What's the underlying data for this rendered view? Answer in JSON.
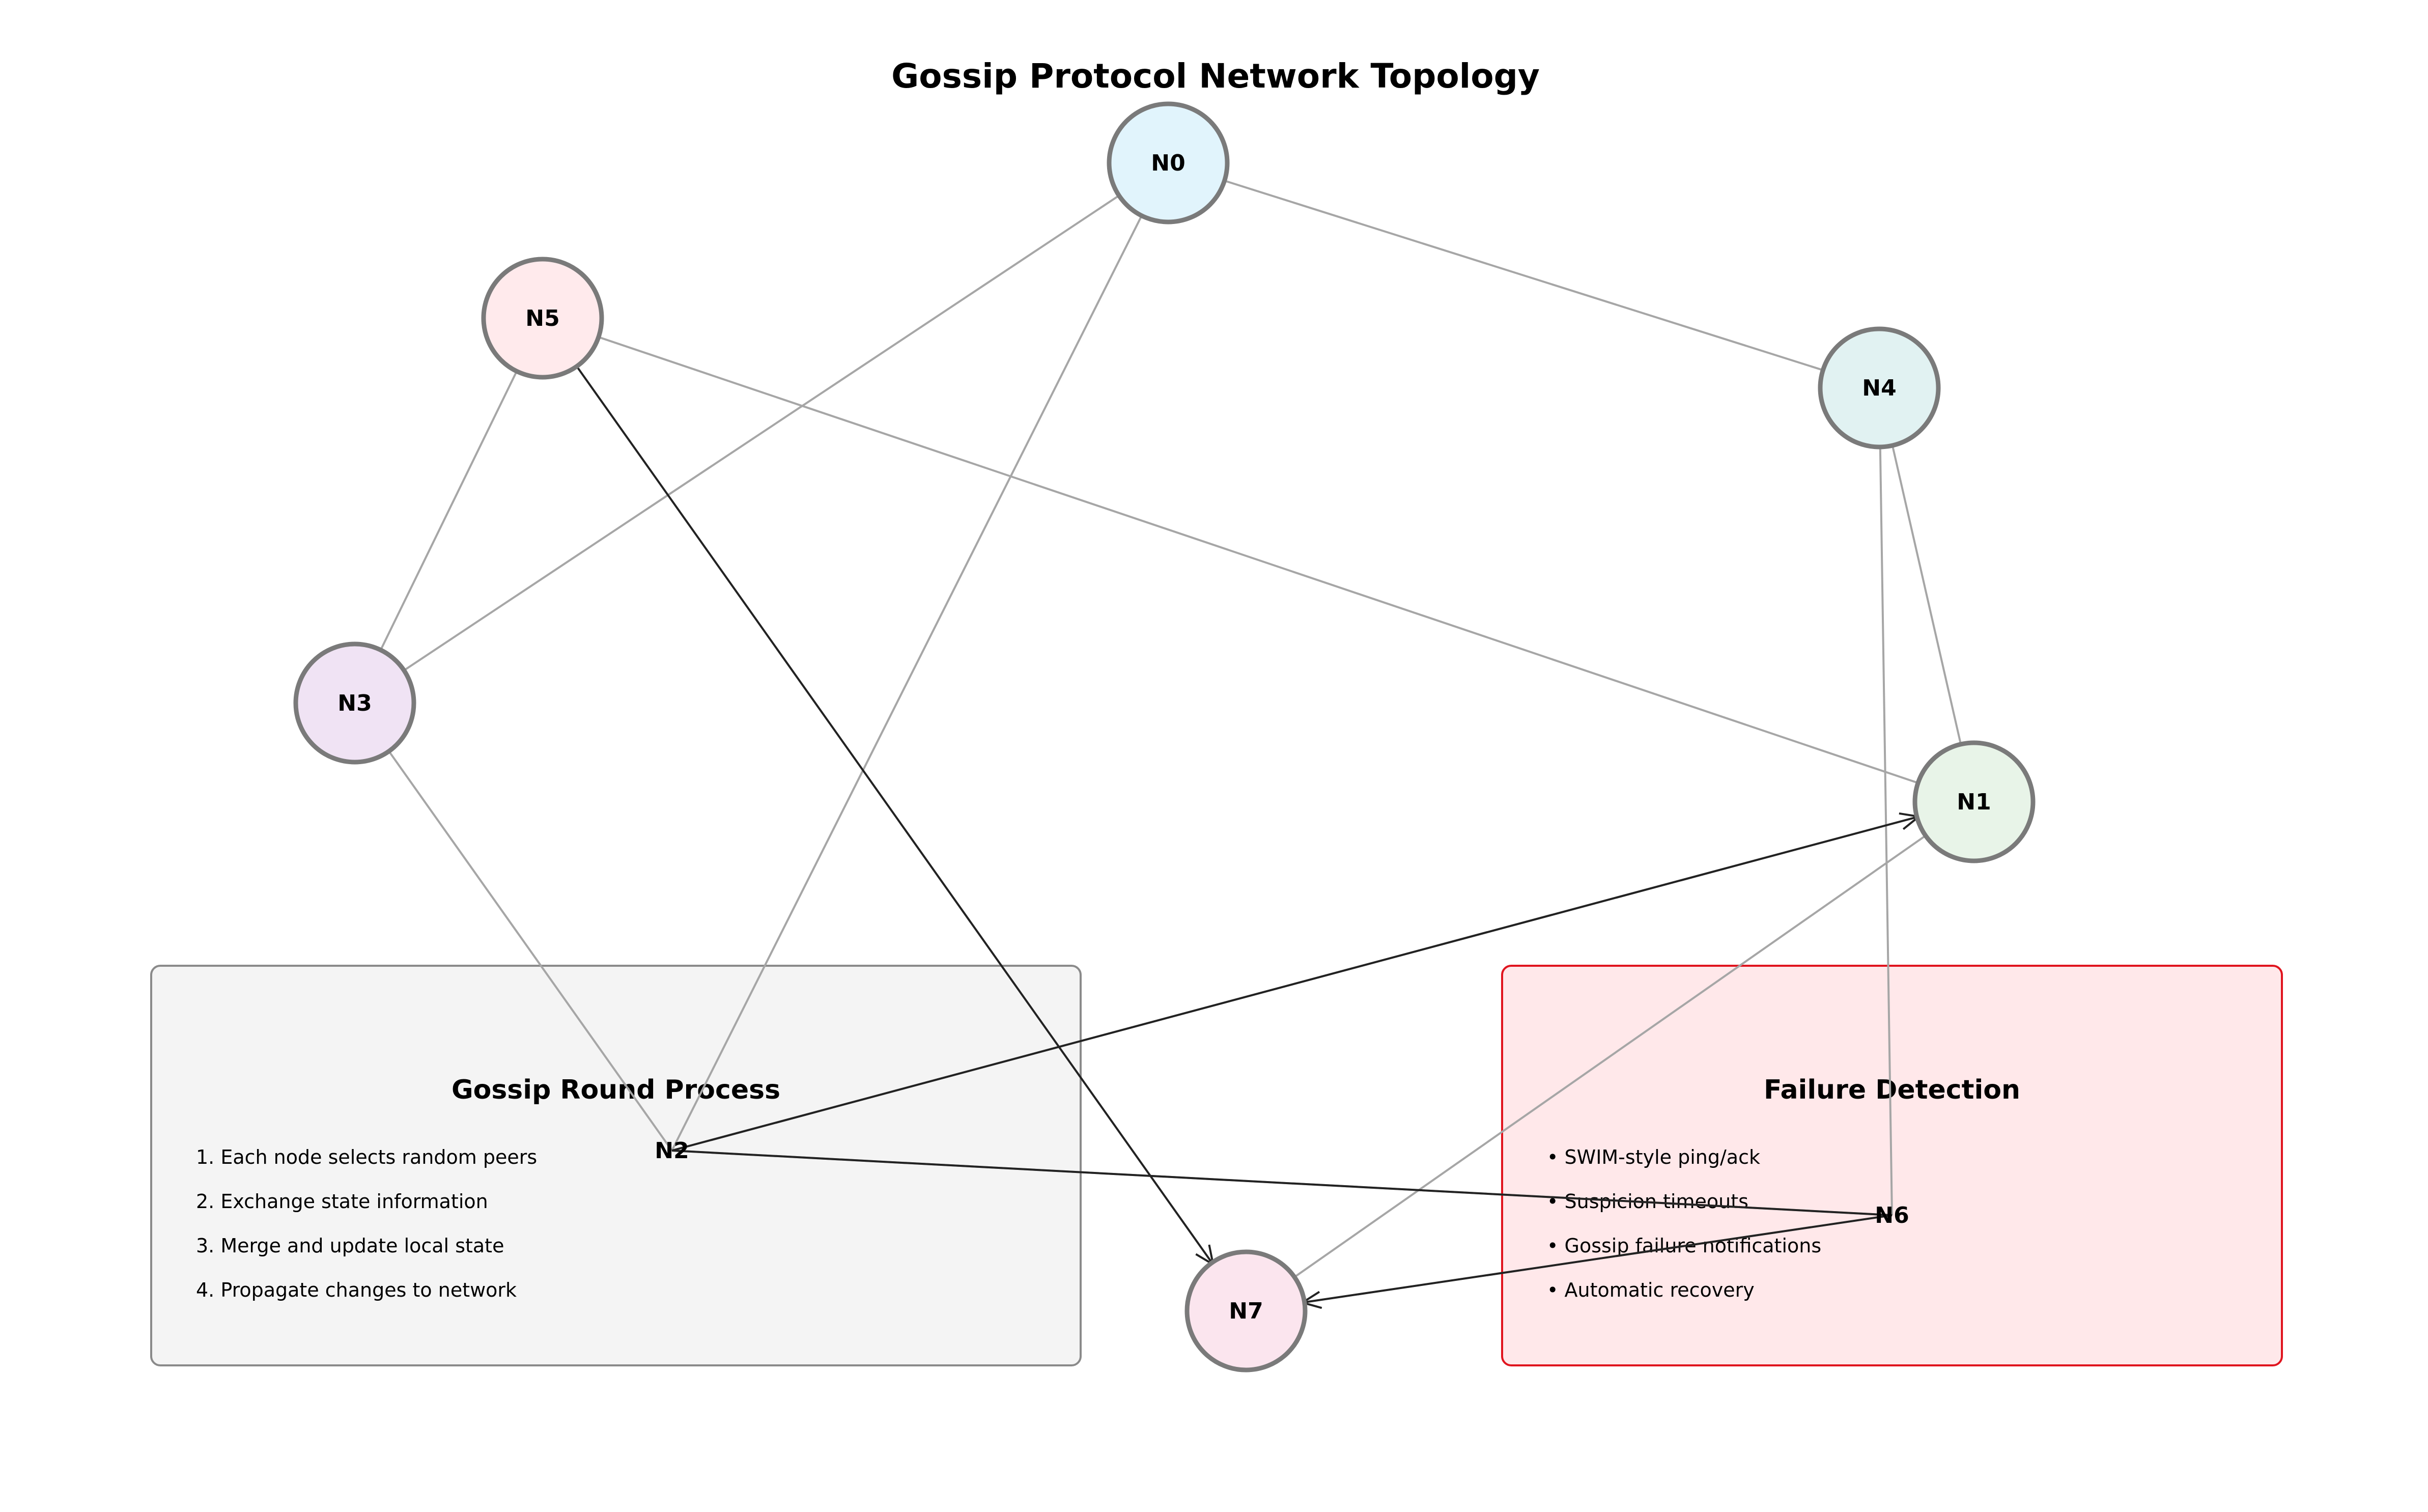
{
  "title": "Gossip Protocol Network Topology",
  "colors": {
    "edge": "#a6a6a6",
    "message_edge": "#222222",
    "node_stroke": "#7a7a7a",
    "process_box_fill": "#f4f4f4",
    "process_box_stroke": "#8a8a8a",
    "failure_box_fill": "#ffe8ea",
    "failure_box_stroke": "#e0141e"
  },
  "nodes": [
    {
      "id": "N0",
      "label": "N0",
      "fill": "#e1f4fc",
      "circle": true
    },
    {
      "id": "N1",
      "label": "N1",
      "fill": "#e8f4e8",
      "circle": true
    },
    {
      "id": "N2",
      "label": "N2",
      "fill": "none",
      "circle": false
    },
    {
      "id": "N3",
      "label": "N3",
      "fill": "#f0e3f4",
      "circle": true
    },
    {
      "id": "N4",
      "label": "N4",
      "fill": "#e1f2f2",
      "circle": true
    },
    {
      "id": "N5",
      "label": "N5",
      "fill": "#ffeaec",
      "circle": true
    },
    {
      "id": "N6",
      "label": "N6",
      "fill": "none",
      "circle": false
    },
    {
      "id": "N7",
      "label": "N7",
      "fill": "#fbe5ee",
      "circle": true
    }
  ],
  "edges": [
    {
      "from": "N0",
      "to": "N4"
    },
    {
      "from": "N0",
      "to": "N3"
    },
    {
      "from": "N0",
      "to": "N2"
    },
    {
      "from": "N5",
      "to": "N3"
    },
    {
      "from": "N5",
      "to": "N1"
    },
    {
      "from": "N3",
      "to": "N2"
    },
    {
      "from": "N4",
      "to": "N1"
    },
    {
      "from": "N4",
      "to": "N6"
    },
    {
      "from": "N1",
      "to": "N2"
    },
    {
      "from": "N1",
      "to": "N7"
    },
    {
      "from": "N2",
      "to": "N6"
    },
    {
      "from": "N6",
      "to": "N7"
    }
  ],
  "messages": [
    {
      "from": "N5",
      "to": "N7"
    },
    {
      "from": "N2",
      "to": "N1"
    },
    {
      "from": "N2",
      "to": "N6"
    },
    {
      "from": "N6",
      "to": "N7"
    }
  ],
  "process_box": {
    "title": "Gossip Round Process",
    "items": [
      "1. Each node selects random peers",
      "2. Exchange state information",
      "3. Merge and update local state",
      "4. Propagate changes to network"
    ]
  },
  "failure_box": {
    "title": "Failure Detection",
    "items": [
      "• SWIM-style ping/ack",
      "• Suspicion timeouts",
      "• Gossip failure notifications",
      "• Automatic recovery"
    ]
  }
}
